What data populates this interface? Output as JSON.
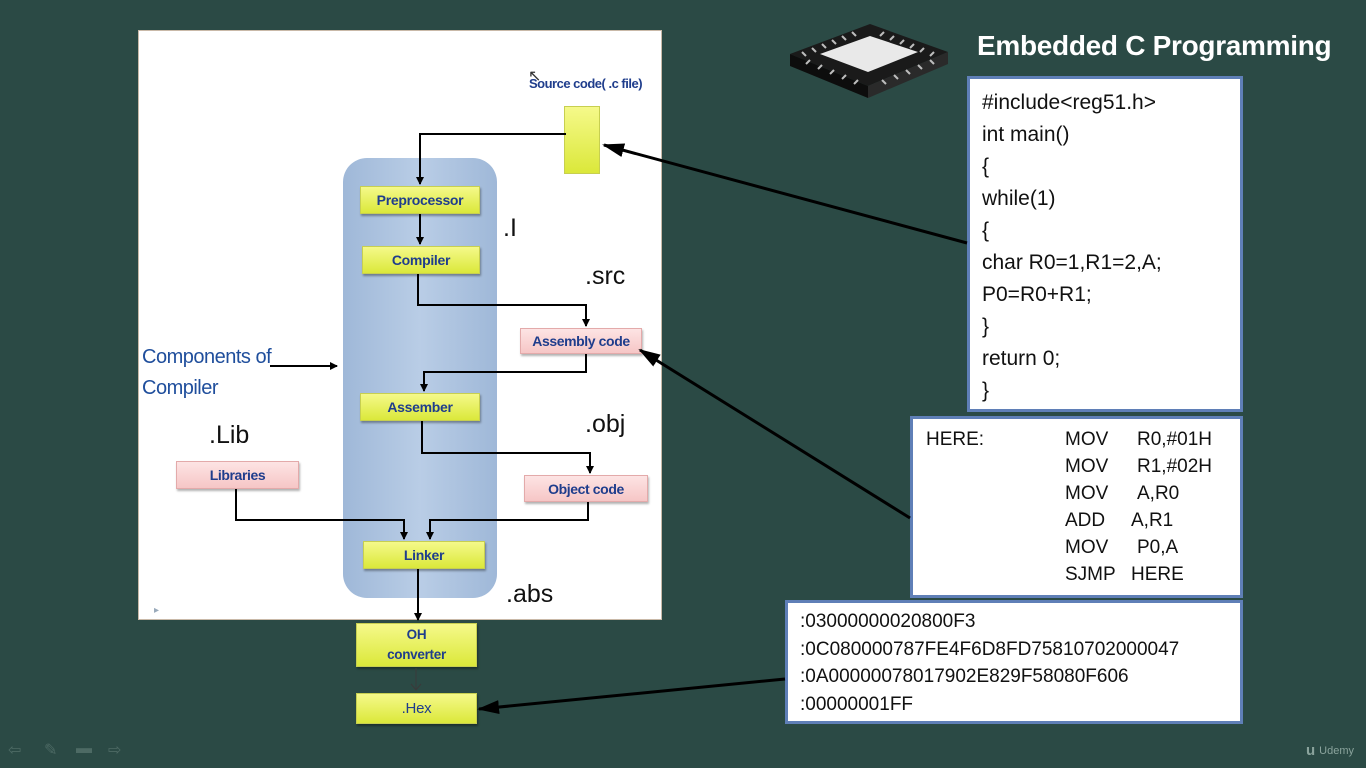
{
  "title": "Embedded C Programming",
  "diagram": {
    "source_label": "Source code( .c file)",
    "stages": {
      "preprocessor": "Preprocessor",
      "compiler": "Compiler",
      "assembler": "Assember",
      "linker": "Linker",
      "oh_converter_line1": "OH",
      "oh_converter_line2": "converter",
      "hex": ".Hex"
    },
    "side_boxes": {
      "assembly_code": "Assembly code",
      "object_code": "Object code",
      "libraries": "Libraries"
    },
    "components_label_line1": "Components of",
    "components_label_line2": "Compiler",
    "extensions": {
      "i": ".I",
      "src": ".src",
      "lib": ".Lib",
      "obj": ".obj",
      "abs": ".abs"
    }
  },
  "c_code": [
    "#include<reg51.h>",
    "int main()",
    "{",
    "while(1)",
    "{",
    "char R0=1,R1=2,A;",
    "P0=R0+R1;",
    "}",
    "return 0;",
    "}"
  ],
  "assembly": {
    "label": "HERE:",
    "rows": [
      {
        "op": "MOV",
        "args": "R0,#01H"
      },
      {
        "op": "MOV",
        "args": "R1,#02H"
      },
      {
        "op": "MOV",
        "args": "A,R0"
      },
      {
        "op": "ADD",
        "args": "A,R1"
      },
      {
        "op": "MOV",
        "args": "P0,A"
      },
      {
        "op": "SJMP",
        "args": "HERE"
      }
    ]
  },
  "hex_code": [
    ":03000000020800F3",
    ":0C080000787FE4F6D8FD75810702000047",
    ":0A00000078017902E829F58080F606",
    ":00000001FF"
  ],
  "watermark": "Udemy",
  "colors": {
    "background": "#2b4a45",
    "stage_box": "#e7f04c",
    "side_box": "#f8caca",
    "label_blue": "#1f3d8c",
    "code_border": "#5f7fb7"
  }
}
